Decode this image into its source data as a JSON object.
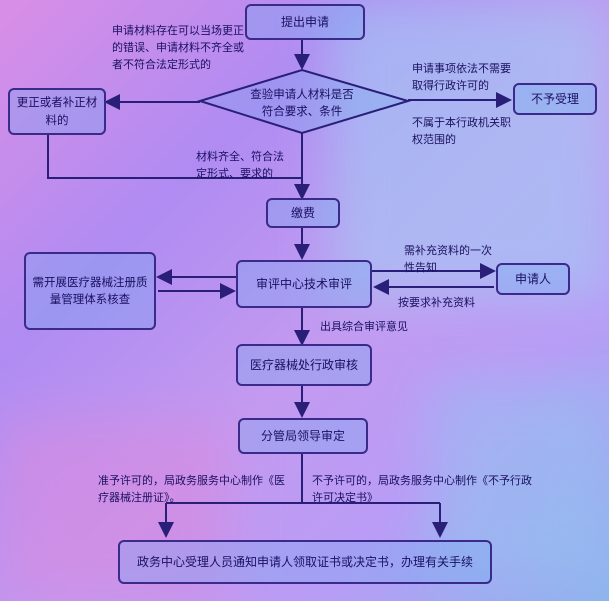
{
  "nodes": {
    "submit": "提出申请",
    "check": "查验申请人材料是否符合要求、条件",
    "correct": "更正或者补正材料的",
    "reject": "不予受理",
    "fee": "缴费",
    "review": "审评中心技术审评",
    "qms_check": "需开展医疗器械注册质量管理体系核查",
    "applicant": "申请人",
    "admin_review": "医疗器械处行政审核",
    "leader": "分管局领导审定",
    "notify": "政务中心受理人员通知申请人领取证书或决定书，办理有关手续"
  },
  "labels": {
    "correctable": "申请材料存在可以当场更正的错误、申请材料不齐全或者不符合法定形式的",
    "no_permit": "申请事项依法不需要取得行政许可的",
    "not_scope": "不属于本行政机关职权范围的",
    "complete": "材料齐全、符合法定形式、要求的",
    "supplement_notice": "需补充资料的一次性告知",
    "supplement": "按要求补充资料",
    "opinion": "出具综合审评意见",
    "approve": "准予许可的，局政务服务中心制作《医疗器械注册证》。",
    "deny": "不予许可的，局政务服务中心制作《不予行政许可决定书》"
  }
}
